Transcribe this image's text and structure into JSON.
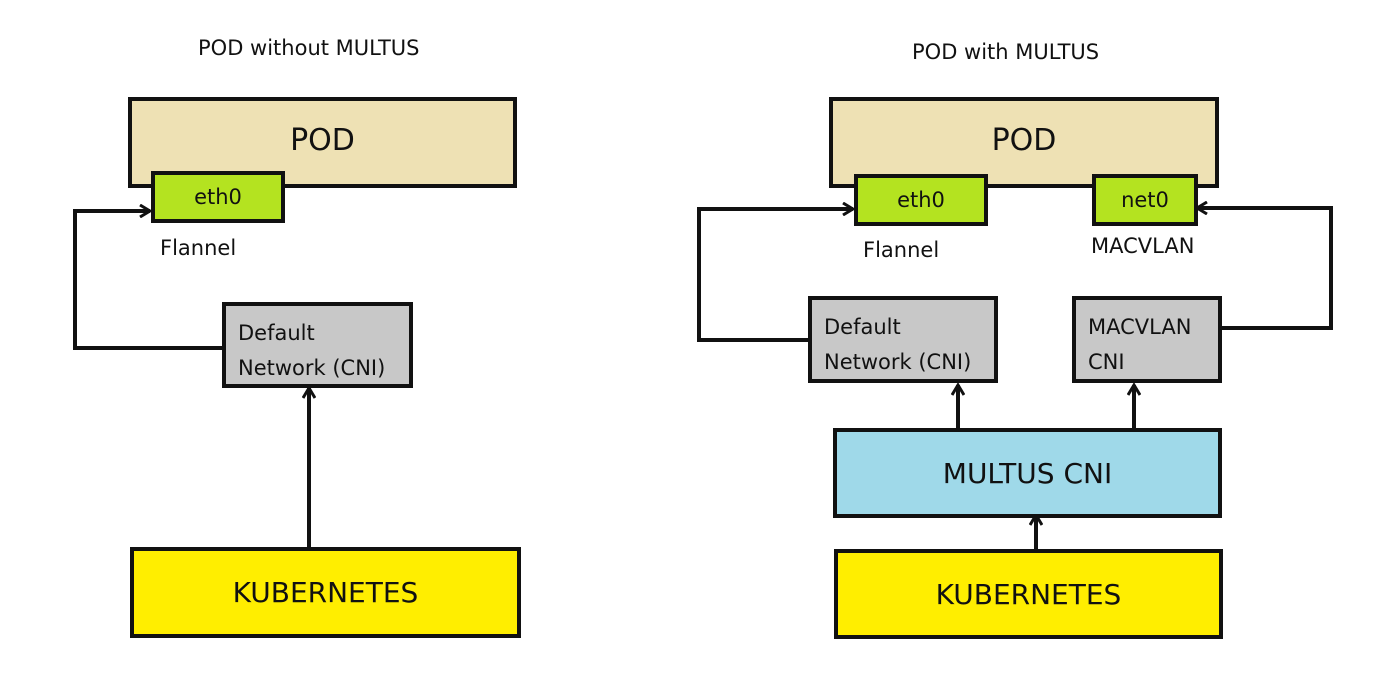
{
  "left": {
    "title": "POD without MULTUS",
    "pod": "POD",
    "eth0": "eth0",
    "flannel": "Flannel",
    "default_cni": [
      "Default",
      "Network (CNI)"
    ],
    "kubernetes": "KUBERNETES"
  },
  "right": {
    "title": "POD with MULTUS",
    "pod": "POD",
    "eth0": "eth0",
    "net0": "net0",
    "flannel": "Flannel",
    "macvlan": "MACVLAN",
    "default_cni": [
      "Default",
      "Network (CNI)"
    ],
    "macvlan_cni": [
      "MACVLAN",
      "CNI"
    ],
    "multus": "MULTUS CNI",
    "kubernetes": "KUBERNETES"
  },
  "colors": {
    "pod": "#eee1b4",
    "interface": "#b4e320",
    "cni": "#c8c8c8",
    "multus": "#9fd9e9",
    "kubernetes": "#ffee00"
  }
}
